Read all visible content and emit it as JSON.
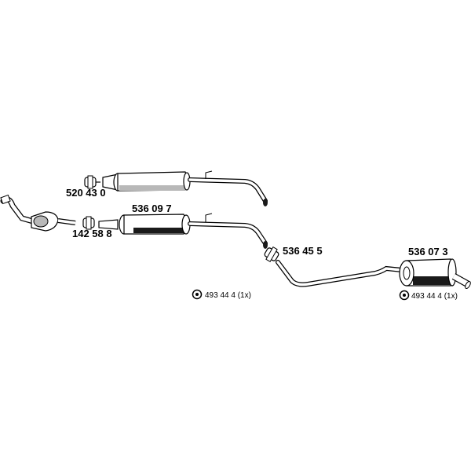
{
  "parts": {
    "clamp_upper": "520 43 0",
    "clamp_lower": "142 58 8",
    "middle_silencer": "536 09 7",
    "clamp_center": "536 45 5",
    "rear_silencer": "536 07 3"
  },
  "mounts": {
    "mount_left": "493 44 4 (1x)",
    "mount_right": "493 44 4 (1x)"
  },
  "colors": {
    "line": "#000000",
    "fill": "#ffffff",
    "shade": "#b8b8b8",
    "dark": "#1a1a1a"
  }
}
